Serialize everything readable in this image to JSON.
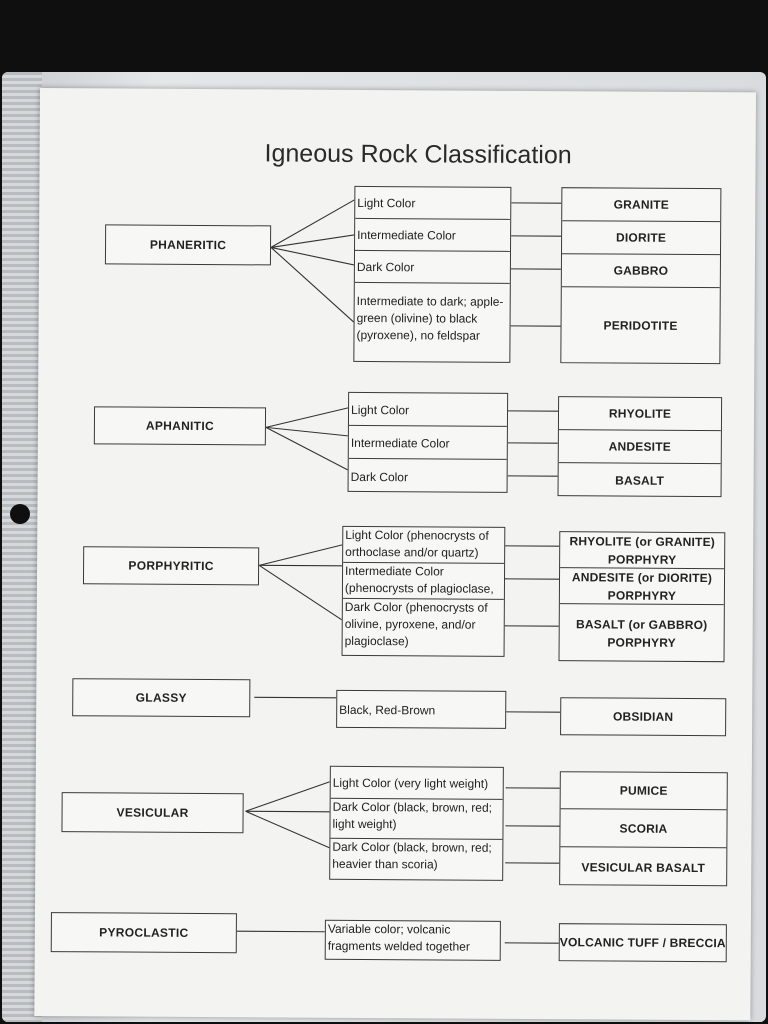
{
  "title": "Igneous Rock Classification",
  "groups": [
    {
      "texture": "PHANERITIC",
      "descriptions": [
        "Light Color",
        "Intermediate Color",
        "Dark Color",
        "Intermediate to dark; apple-green (olivine) to black (pyroxene), no feldspar"
      ],
      "rocks": [
        "GRANITE",
        "DIORITE",
        "GABBRO",
        "PERIDOTITE"
      ]
    },
    {
      "texture": "APHANITIC",
      "descriptions": [
        "Light Color",
        "Intermediate Color",
        "Dark Color"
      ],
      "rocks": [
        "RHYOLITE",
        "ANDESITE",
        "BASALT"
      ]
    },
    {
      "texture": "PORPHYRITIC",
      "descriptions": [
        "Light Color (phenocrysts of orthoclase and/or quartz)",
        "Intermediate Color (phenocrysts of plagioclase,",
        "Dark Color (phenocrysts of olivine, pyroxene, and/or plagioclase)"
      ],
      "rocks": [
        "RHYOLITE (or GRANITE) PORPHYRY",
        "ANDESITE (or DIORITE) PORPHYRY",
        "BASALT (or GABBRO) PORPHYRY"
      ]
    },
    {
      "texture": "GLASSY",
      "descriptions": [
        "Black, Red-Brown"
      ],
      "rocks": [
        "OBSIDIAN"
      ]
    },
    {
      "texture": "VESICULAR",
      "descriptions": [
        "Light Color (very light weight)",
        "Dark Color (black, brown, red; light weight)",
        "Dark Color (black, brown, red; heavier than scoria)"
      ],
      "rocks": [
        "PUMICE",
        "SCORIA",
        "VESICULAR BASALT"
      ]
    },
    {
      "texture": "PYROCLASTIC",
      "descriptions": [
        "Variable color; volcanic fragments welded together"
      ],
      "rocks": [
        "VOLCANIC TUFF / BRECCIA"
      ]
    }
  ]
}
